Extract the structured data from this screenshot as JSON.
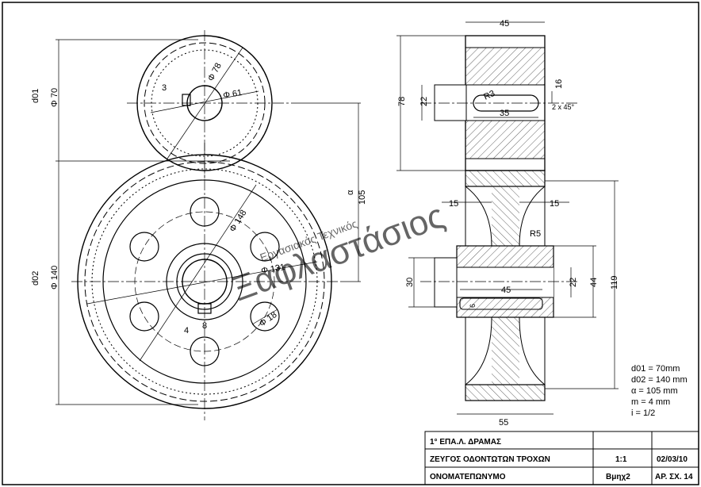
{
  "colors": {
    "line": "#000000",
    "hatch": "#222222",
    "watermark": "#c8c8c8"
  },
  "front_view": {
    "pinion": {
      "d01_label": "d01",
      "dia_label": "Φ 70",
      "tip_dia": "Φ 78",
      "root_dia": "Φ 61",
      "keyway_depth": "3"
    },
    "gear": {
      "d02_label": "d02",
      "dia_label": "Φ 140",
      "tip_dia": "Φ 148",
      "root_dia": "Φ 131",
      "hole_dia": "Φ 18",
      "key_width": "8",
      "key_depth": "4"
    },
    "center_distance_symbol": "α",
    "center_distance": "105"
  },
  "side_view": {
    "pinion": {
      "width": "45",
      "height": "78",
      "shaft": "22",
      "key_len": "35",
      "radius": "R3",
      "key_h": "16",
      "chamfer": "2 x 45°"
    },
    "gear": {
      "rim_left": "15",
      "rim_right": "15",
      "fillet": "R5",
      "hub_len": "45",
      "hub_dia": "44",
      "bore": "22",
      "shaft": "30",
      "key_depth": "6",
      "width": "55",
      "total": "119"
    }
  },
  "notes": [
    "d01 = 70mm",
    "d02 = 140 mm",
    "α = 105 mm",
    "m = 4 mm",
    "i = 1/2"
  ],
  "watermark": "Ξαφλαστάσιος",
  "watermark2": "Εργασιακός Τεχνικός",
  "title_block": {
    "school": "1° ΕΠΑ.Λ. ΔΡΑΜΑΣ",
    "title": "ΖΕΥΓΟΣ ΟΔΟΝΤΩΤΩΝ ΤΡΟΧΩΝ",
    "scale": "1:1",
    "date": "02/03/10",
    "name": "ΟΝΟΜΑΤΕΠΩΝΥΜΟ",
    "code": "Βμηχ2",
    "sheet_no": "ΑΡ. ΣΧ. 14"
  }
}
